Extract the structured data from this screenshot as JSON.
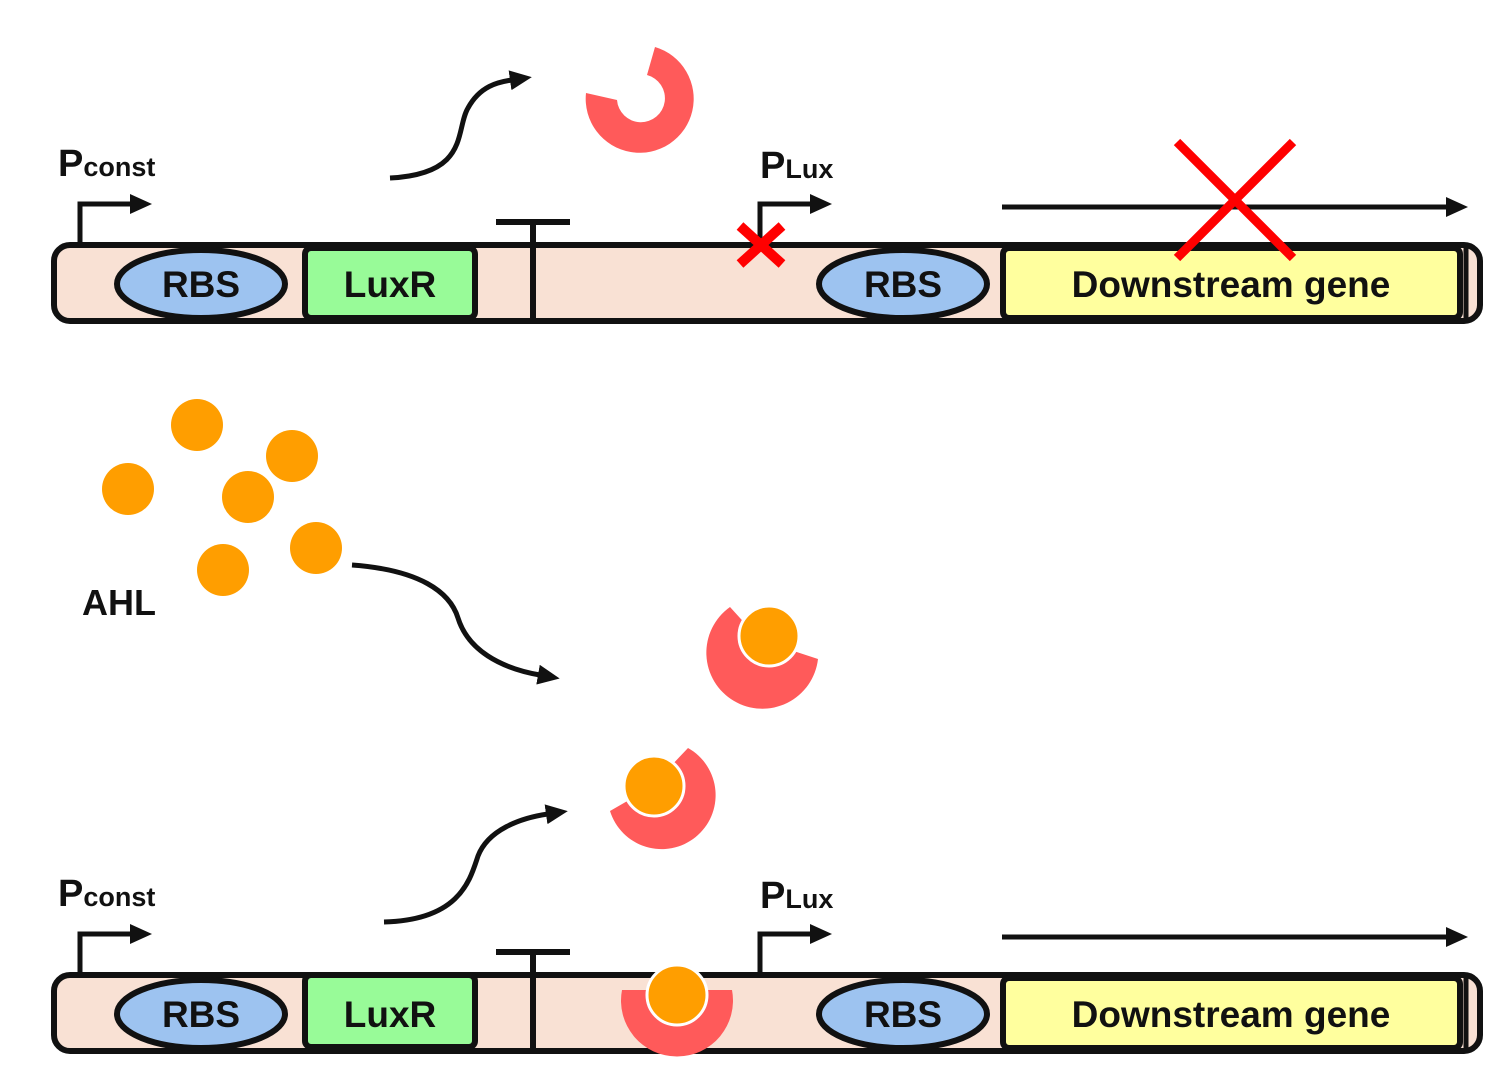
{
  "colors": {
    "backbone": "#f9e1d4",
    "rbs": "#9dc3f0",
    "luxr": "#98fb98",
    "downstream": "#ffff9e",
    "protein": "#ff5a5a",
    "ahl": "#ff9e00",
    "inhibit": "#ff0000",
    "line": "#111111"
  },
  "top_construct": {
    "promoter_const": {
      "main": "P",
      "sub": "const"
    },
    "promoter_lux": {
      "main": "P",
      "sub": "Lux"
    },
    "rbs_1": "RBS",
    "luxr": "LuxR",
    "rbs_2": "RBS",
    "downstream": "Downstream gene",
    "plux_state": "blocked",
    "transcription_state": "blocked"
  },
  "bottom_construct": {
    "promoter_const": {
      "main": "P",
      "sub": "const"
    },
    "promoter_lux": {
      "main": "P",
      "sub": "Lux"
    },
    "rbs_1": "RBS",
    "luxr": "LuxR",
    "rbs_2": "RBS",
    "downstream": "Downstream gene",
    "plux_state": "active",
    "transcription_state": "active"
  },
  "ahl_label": "AHL",
  "icons": {
    "protein": "luxr-protein-icon",
    "ahl": "ahl-molecule-icon",
    "block": "red-x-icon",
    "terminator": "terminator-icon",
    "promoter": "promoter-arrow-icon"
  }
}
